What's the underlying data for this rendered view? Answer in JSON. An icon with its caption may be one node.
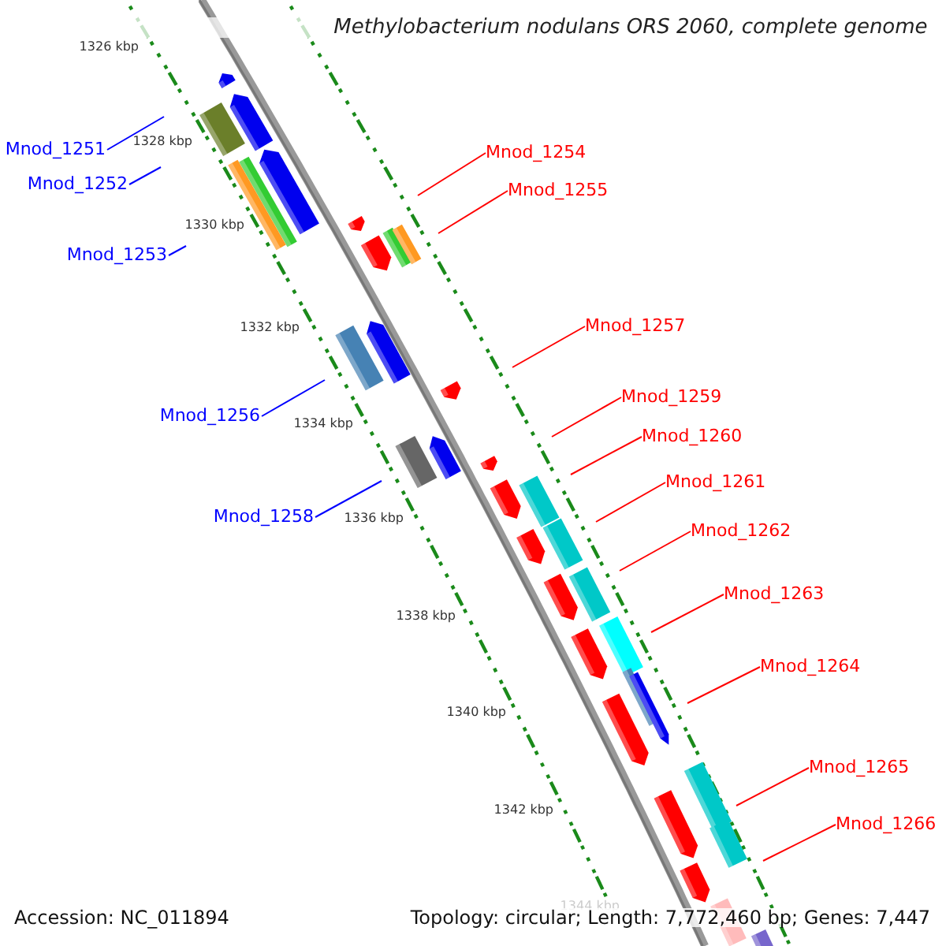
{
  "diagram": {
    "title": "Methylobacterium nodulans ORS 2060, complete genome",
    "nodes": [
      {
        "text": [
          "Mnod_1251"
        ]
      },
      {
        "text": [
          "Mnod_1252"
        ]
      },
      {
        "text": [
          "Mnod_1253"
        ]
      },
      {
        "text": [
          "Mnod_1254"
        ]
      },
      {
        "text": [
          "Mnod_1255"
        ]
      },
      {
        "text": [
          "Mnod_1256"
        ]
      },
      {
        "text": [
          "Mnod_1257"
        ]
      },
      {
        "text": [
          "Mnod_1258"
        ]
      },
      {
        "text": [
          "Mnod_1259"
        ]
      },
      {
        "text": [
          "Mnod_1260"
        ]
      },
      {
        "text": [
          "Mnod_1261"
        ]
      },
      {
        "text": [
          "Mnod_1262"
        ]
      },
      {
        "text": [
          "Mnod_1263"
        ]
      },
      {
        "text": [
          "Mnod_1264"
        ]
      },
      {
        "text": [
          "Mnod_1265"
        ]
      },
      {
        "text": [
          "Mnod_1266"
        ]
      }
    ],
    "edges": [
      {
        "from": 0,
        "to": null,
        "arrow": "none",
        "color": "#0000ff"
      },
      {
        "from": 1,
        "to": null,
        "arrow": "none",
        "color": "#0000ff"
      },
      {
        "from": 2,
        "to": null,
        "arrow": "none",
        "color": "#0000ff"
      },
      {
        "from": 3,
        "to": null,
        "arrow": "none"
      },
      {
        "from": 4,
        "to": null,
        "arrow": "none"
      },
      {
        "from": 5,
        "to": null,
        "arrow": "none",
        "color": "#0000ff"
      },
      {
        "from": 6,
        "to": null,
        "arrow": "none"
      },
      {
        "from": 7,
        "to": null,
        "arrow": "none",
        "color": "#0000ff"
      },
      {
        "from": 8,
        "to": null,
        "arrow": "none"
      },
      {
        "from": 9,
        "to": null,
        "arrow": "none"
      },
      {
        "from": 10,
        "to": null,
        "arrow": "none"
      },
      {
        "from": 11,
        "to": null,
        "arrow": "none"
      },
      {
        "from": 12,
        "to": null,
        "arrow": "none"
      },
      {
        "from": 13,
        "to": null,
        "arrow": "none"
      },
      {
        "from": 14,
        "to": null,
        "arrow": "none"
      },
      {
        "from": 15,
        "to": null,
        "arrow": "none"
      }
    ],
    "labels": [
      "1326 kbp",
      "1328 kbp",
      "1330 kbp",
      "1332 kbp",
      "1334 kbp",
      "1336 kbp",
      "1338 kbp",
      "1340 kbp",
      "1342 kbp",
      "1344 kbp",
      "Accession: NC_011894",
      "Topology: circular; Length: 7,772,460 bp; Genes: 7,447"
    ]
  }
}
